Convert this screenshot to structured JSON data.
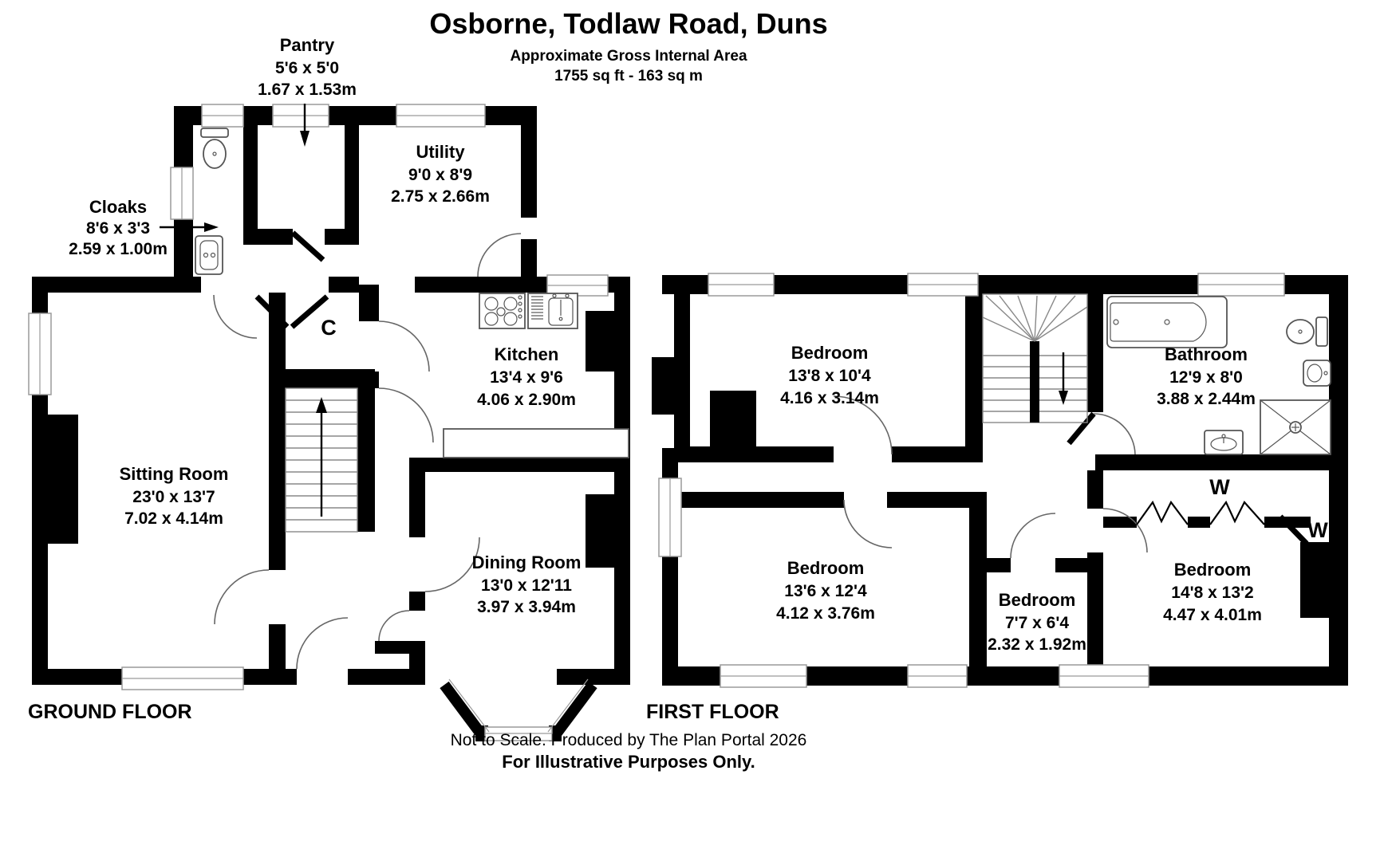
{
  "header": {
    "title": "Osborne, Todlaw Road, Duns",
    "subtitle": "Approximate Gross Internal Area",
    "area": "1755 sq ft - 163 sq m"
  },
  "ground_floor": {
    "label": "GROUND FLOOR",
    "cupboard": "C",
    "rooms": {
      "cloaks": {
        "name": "Cloaks",
        "imperial": "8'6 x 3'3",
        "metric": "2.59 x 1.00m"
      },
      "pantry": {
        "name": "Pantry",
        "imperial": "5'6 x 5'0",
        "metric": "1.67 x 1.53m"
      },
      "utility": {
        "name": "Utility",
        "imperial": "9'0 x 8'9",
        "metric": "2.75 x 2.66m"
      },
      "kitchen": {
        "name": "Kitchen",
        "imperial": "13'4 x 9'6",
        "metric": "4.06 x 2.90m"
      },
      "sitting_room": {
        "name": "Sitting Room",
        "imperial": "23'0 x 13'7",
        "metric": "7.02 x 4.14m"
      },
      "dining_room": {
        "name": "Dining Room",
        "imperial": "13'0 x 12'11",
        "metric": "3.97 x 3.94m"
      }
    }
  },
  "first_floor": {
    "label": "FIRST FLOOR",
    "wardrobe_1": "W",
    "wardrobe_2": "W",
    "rooms": {
      "bedroom_1": {
        "name": "Bedroom",
        "imperial": "13'8 x 10'4",
        "metric": "4.16 x 3.14m"
      },
      "bathroom": {
        "name": "Bathroom",
        "imperial": "12'9 x 8'0",
        "metric": "3.88 x 2.44m"
      },
      "bedroom_2": {
        "name": "Bedroom",
        "imperial": "13'6 x 12'4",
        "metric": "4.12 x 3.76m"
      },
      "bedroom_3": {
        "name": "Bedroom",
        "imperial": "7'7 x 6'4",
        "metric": "2.32 x 1.92m"
      },
      "bedroom_4": {
        "name": "Bedroom",
        "imperial": "14'8 x 13'2",
        "metric": "4.47 x 4.01m"
      }
    }
  },
  "footer": {
    "line1": "Not to Scale. Produced by The Plan Portal 2026",
    "line2": "For Illustrative Purposes Only."
  },
  "colors": {
    "wall": "#000000",
    "background": "#ffffff",
    "window_frame": "#9a9a9a",
    "fixture": "#555555"
  }
}
